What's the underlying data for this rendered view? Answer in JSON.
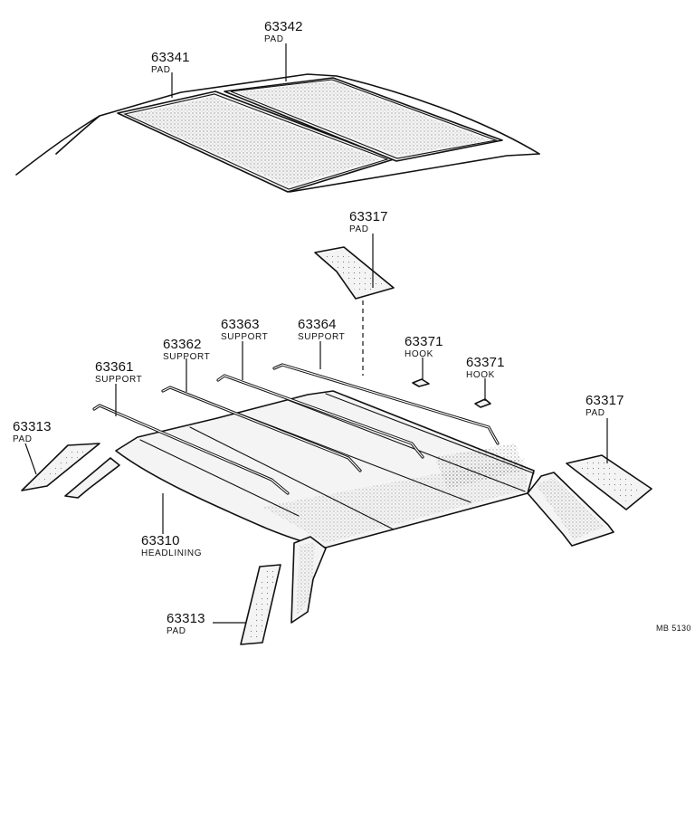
{
  "diagram": {
    "reference": "MB 5130",
    "callouts": [
      {
        "id": "c63342",
        "part": "63342",
        "name": "PAD"
      },
      {
        "id": "c63341",
        "part": "63341",
        "name": "PAD"
      },
      {
        "id": "c63317a",
        "part": "63317",
        "name": "PAD"
      },
      {
        "id": "c63363",
        "part": "63363",
        "name": "SUPPORT"
      },
      {
        "id": "c63364",
        "part": "63364",
        "name": "SUPPORT"
      },
      {
        "id": "c63362",
        "part": "63362",
        "name": "SUPPORT"
      },
      {
        "id": "c63371a",
        "part": "63371",
        "name": "HOOK"
      },
      {
        "id": "c63371b",
        "part": "63371",
        "name": "HOOK"
      },
      {
        "id": "c63361",
        "part": "63361",
        "name": "SUPPORT"
      },
      {
        "id": "c63317b",
        "part": "63317",
        "name": "PAD"
      },
      {
        "id": "c63313a",
        "part": "63313",
        "name": "PAD"
      },
      {
        "id": "c63310",
        "part": "63310",
        "name": "HEADLINING"
      },
      {
        "id": "c63313b",
        "part": "63313",
        "name": "PAD"
      }
    ]
  }
}
